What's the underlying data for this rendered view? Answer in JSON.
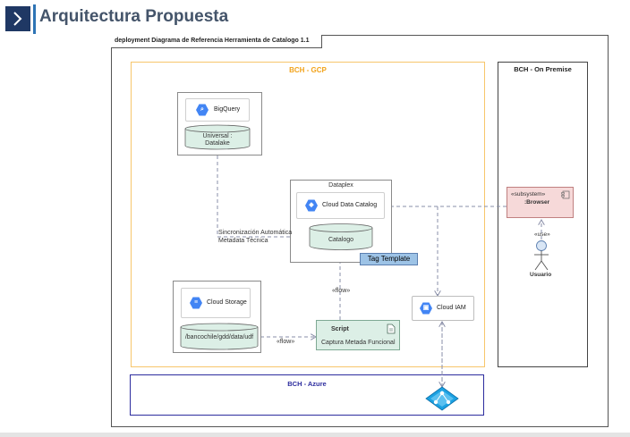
{
  "slide_title": "Arquitectura Propuesta",
  "diagram_title": "deployment Diagrama de Referencia Herramienta de Catalogo 1.1",
  "zones": {
    "gcp": "BCH - GCP",
    "onprem": "BCH - On Premise",
    "azure": "BCH - Azure"
  },
  "nodes": {
    "bigquery": {
      "service": "BigQuery",
      "datastore_line1": "Universal :",
      "datastore_line2": "Datalake"
    },
    "dataplex": {
      "title": "Dataplex",
      "service": "Cloud Data Catalog",
      "datastore": "Catalogo"
    },
    "storage": {
      "service": "Cloud Storage",
      "datastore": "/bancochile/gdd/data/udf"
    },
    "script": {
      "title": "Script",
      "subtitle": "Captura Metada Funcional"
    },
    "iam": {
      "service": "Cloud IAM"
    },
    "browser": {
      "stereotype": "«subsystem»",
      "name": ":Browser"
    },
    "user": {
      "stereotype": "«use»",
      "name": "Usuario"
    }
  },
  "tag_template": "Tag Template",
  "edges": {
    "sync_line1": "Sincronización Automática",
    "sync_line2": "Metadata Técnica",
    "flow_up": "«flow»",
    "flow_right": "«flow»"
  },
  "colors": {
    "gcp_border": "#f7c66b",
    "gcp_label": "#f2a31b",
    "azure": "#2c2c9e",
    "datastore": "#dcefe6",
    "google_blue": "#4285f4",
    "tag_template": "#9dc3e6",
    "browser": "#f6d9d9",
    "connector": "#8a8fa8"
  },
  "icons": [
    "chevron-right-icon",
    "bigquery-icon",
    "data-catalog-icon",
    "cloud-storage-icon",
    "cloud-iam-icon",
    "document-icon",
    "component-icon",
    "actor-icon",
    "azure-ad-icon"
  ]
}
